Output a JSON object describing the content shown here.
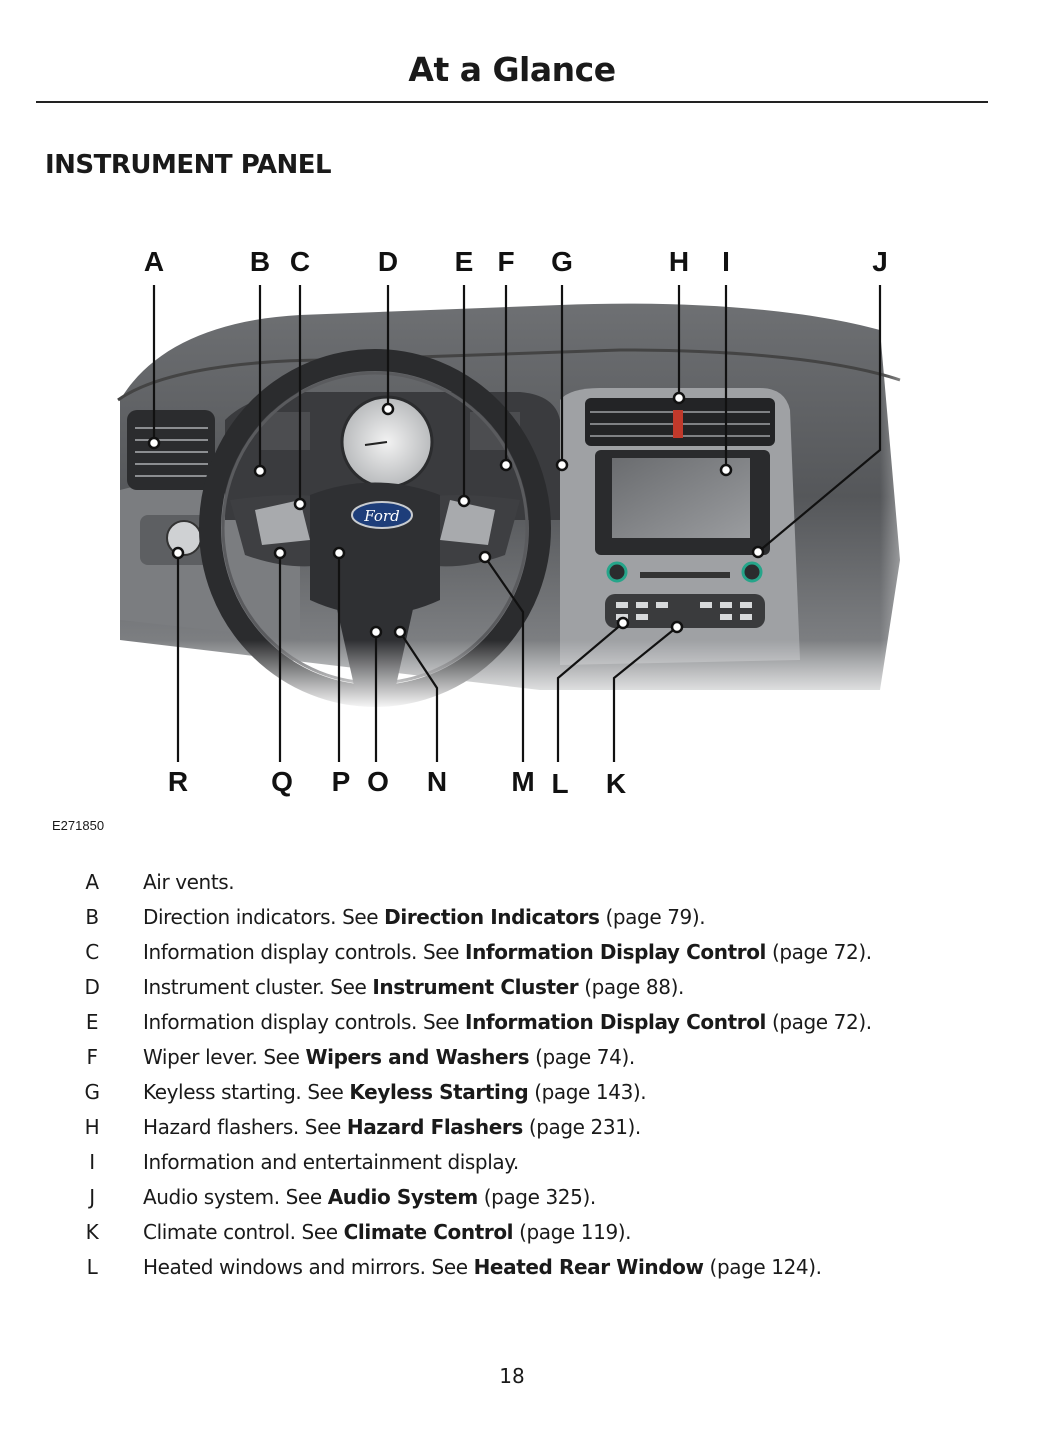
{
  "header": {
    "title": "At a Glance"
  },
  "section": {
    "title": "INSTRUMENT PANEL"
  },
  "figure": {
    "id": "E271850",
    "brand_badge": "Ford",
    "callouts_top": [
      "A",
      "B",
      "C",
      "D",
      "E",
      "F",
      "G",
      "H",
      "I",
      "J"
    ],
    "callouts_bottom": [
      "R",
      "Q",
      "P",
      "O",
      "N",
      "M",
      "L",
      "K"
    ]
  },
  "legend": [
    {
      "letter": "A",
      "text": "Air vents.",
      "ref": "",
      "page": ""
    },
    {
      "letter": "B",
      "text": "Direction indicators.  See ",
      "ref": "Direction Indicators",
      "page": " (page 79)."
    },
    {
      "letter": "C",
      "text": "Information display controls.  See ",
      "ref": "Information Display Control",
      "page": " (page 72)."
    },
    {
      "letter": "D",
      "text": "Instrument cluster.  See ",
      "ref": "Instrument Cluster",
      "page": " (page 88)."
    },
    {
      "letter": "E",
      "text": "Information display controls.  See ",
      "ref": "Information Display Control",
      "page": " (page 72)."
    },
    {
      "letter": "F",
      "text": "Wiper lever.  See ",
      "ref": "Wipers and Washers",
      "page": " (page 74)."
    },
    {
      "letter": "G",
      "text": "Keyless starting. See ",
      "ref": "Keyless Starting",
      "page": " (page 143)."
    },
    {
      "letter": "H",
      "text": "Hazard flashers.  See ",
      "ref": "Hazard Flashers",
      "page": " (page 231)."
    },
    {
      "letter": "I",
      "text": "Information and entertainment display.",
      "ref": "",
      "page": ""
    },
    {
      "letter": "J",
      "text": "Audio system.  See ",
      "ref": "Audio System",
      "page": " (page 325)."
    },
    {
      "letter": "K",
      "text": "Climate control.  See ",
      "ref": "Climate Control",
      "page": " (page 119)."
    },
    {
      "letter": "L",
      "text": "Heated windows and mirrors.  See ",
      "ref": "Heated Rear Window",
      "page": " (page 124)."
    }
  ],
  "footer": {
    "page_number": "18"
  }
}
